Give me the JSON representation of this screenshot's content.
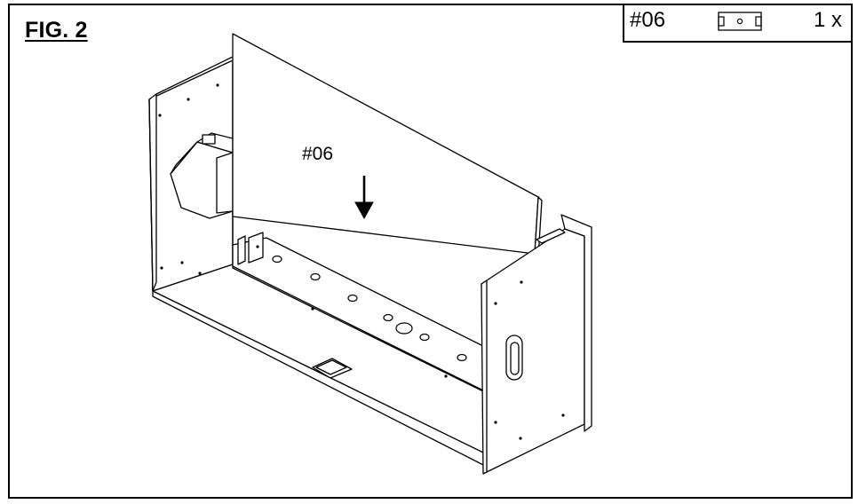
{
  "figure": {
    "title": "FIG. 2"
  },
  "legend": {
    "part_id": "#06",
    "icon": "panel-icon",
    "quantity": "1 x"
  },
  "drawing": {
    "callout_label": "#06",
    "arrow_direction": "down"
  }
}
